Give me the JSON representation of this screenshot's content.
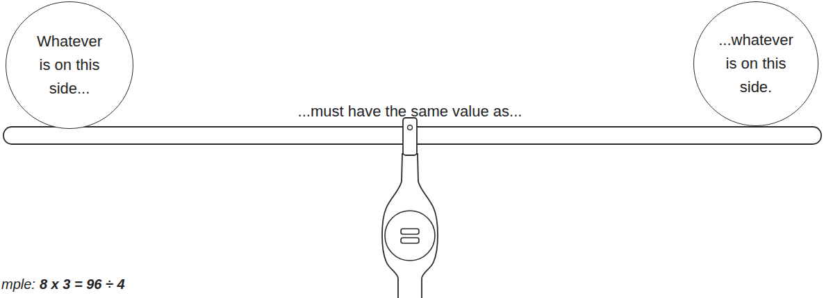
{
  "diagram": {
    "nodes": [
      {
        "text": [
          "Whatever is on this side..."
        ]
      },
      {
        "text": [
          "...whatever is on this side."
        ]
      }
    ],
    "labels": [
      "...must have the same value as...",
      "mple:",
      "8 x 3 = 96 ÷ 4"
    ]
  }
}
